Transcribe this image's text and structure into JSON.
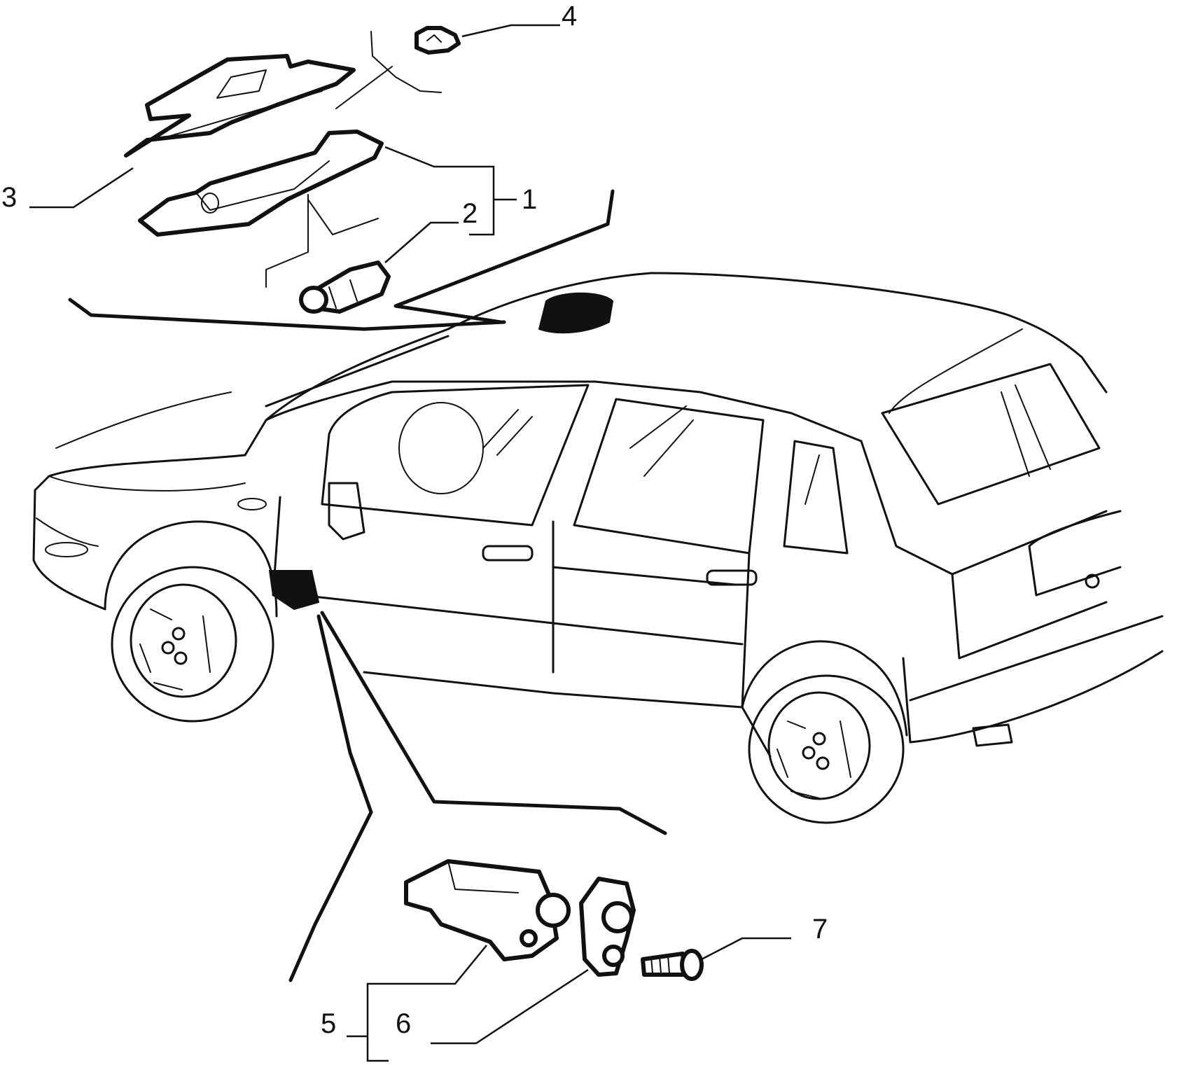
{
  "diagram": {
    "callouts": [
      {
        "id": "1",
        "text": "1"
      },
      {
        "id": "2",
        "text": "2"
      },
      {
        "id": "3",
        "text": "3"
      },
      {
        "id": "4",
        "text": "4"
      },
      {
        "id": "5",
        "text": "5"
      },
      {
        "id": "6",
        "text": "6"
      },
      {
        "id": "7",
        "text": "7"
      }
    ],
    "parts": [
      {
        "callout": "1",
        "icon": "courtesy-lamp-assembly-icon"
      },
      {
        "callout": "2",
        "icon": "festoon-bulb-icon"
      },
      {
        "callout": "3",
        "icon": "lamp-lens-cover-icon"
      },
      {
        "callout": "4",
        "icon": "retaining-clip-icon"
      },
      {
        "callout": "5",
        "icon": "door-switch-assembly-icon"
      },
      {
        "callout": "6",
        "icon": "switch-gasket-icon"
      },
      {
        "callout": "7",
        "icon": "screw-icon"
      }
    ],
    "vehicle_icon": "hatchback-car-icon",
    "line_color": "#111111",
    "background": "#ffffff"
  }
}
